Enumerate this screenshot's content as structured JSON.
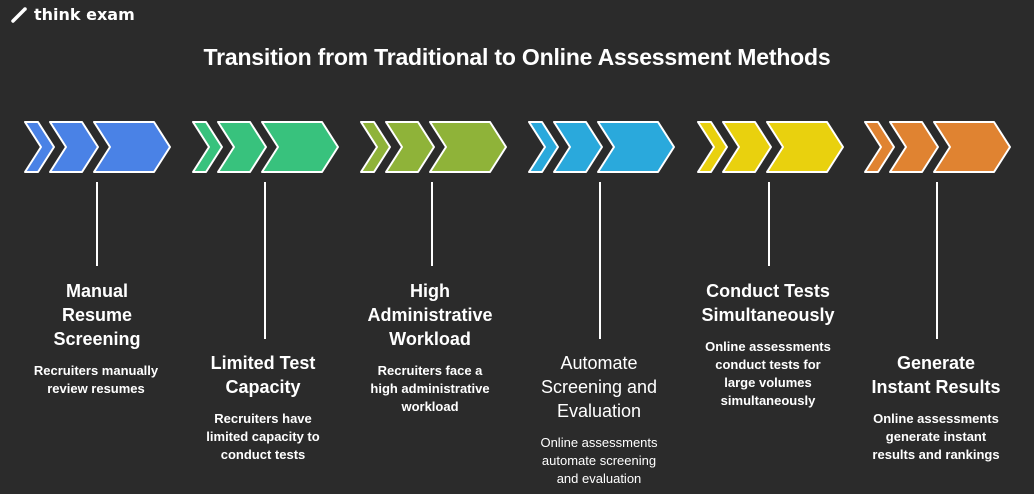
{
  "brand": {
    "name": "think exam",
    "icon": "pen-stroke-logo-icon"
  },
  "title": "Transition from Traditional to Online Assessment Methods",
  "steps": [
    {
      "heading": [
        "Manual",
        "Resume",
        "Screening"
      ],
      "description": [
        "Recruiters manually",
        "review resumes"
      ],
      "color": "#4a82e6"
    },
    {
      "heading": [
        "Limited Test",
        "Capacity"
      ],
      "description": [
        "Recruiters have",
        "limited capacity to",
        "conduct tests"
      ],
      "color": "#38c27d"
    },
    {
      "heading": [
        "High",
        "Administrative",
        "Workload"
      ],
      "description": [
        "Recruiters face a",
        "high administrative",
        "workload"
      ],
      "color": "#8fb339"
    },
    {
      "heading": [
        "Automate",
        "Screening and",
        "Evaluation"
      ],
      "description": [
        "Online assessments",
        "automate screening",
        "and evaluation"
      ],
      "color": "#2aa9dc"
    },
    {
      "heading": [
        "Conduct Tests",
        "Simultaneously"
      ],
      "description": [
        "Online assessments",
        "conduct tests for",
        "large volumes",
        "simultaneously"
      ],
      "color": "#e9d10e"
    },
    {
      "heading": [
        "Generate",
        "Instant Results"
      ],
      "description": [
        "Online assessments",
        "generate instant",
        "results and rankings"
      ],
      "color": "#e08331"
    }
  ]
}
